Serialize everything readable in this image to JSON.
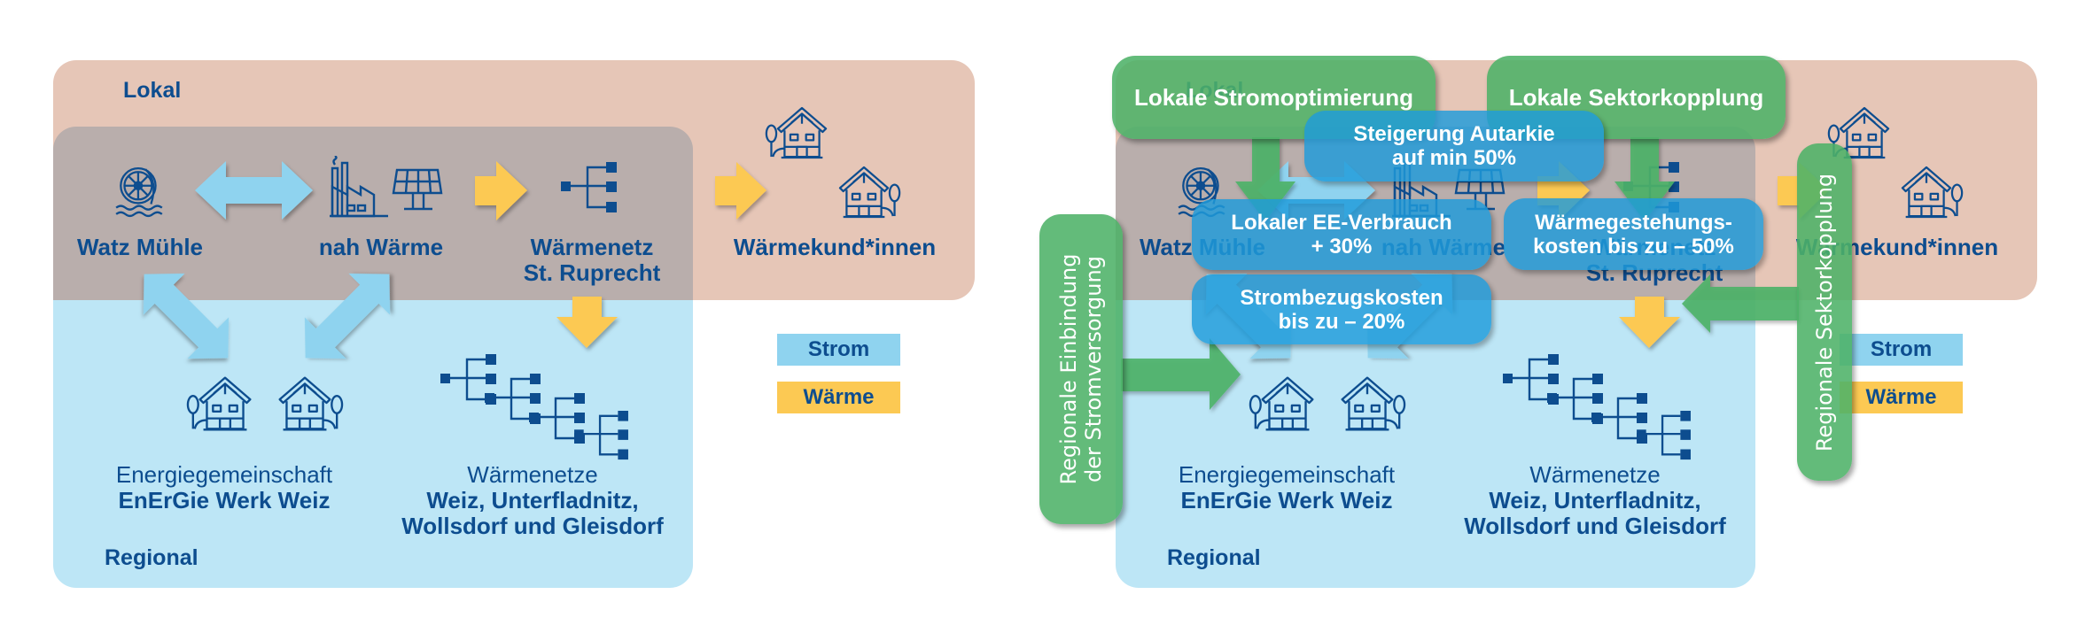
{
  "colors": {
    "lokal_zone": "#e6c6b7",
    "overlap_zone": "#b9aeac",
    "regional_zone": "#bde6f6",
    "strom": "#8fd3ef",
    "waerme": "#fcc953",
    "text_blue": "#0d4d8f",
    "callout_green": "#4db268",
    "callout_blue": "#1e9bda"
  },
  "diagram": {
    "zones": {
      "lokal": "Lokal",
      "regional": "Regional"
    },
    "nodes": {
      "watz_muehle": {
        "label": "Watz Mühle",
        "icon": "water-wheel-icon"
      },
      "nah_waerme": {
        "label": "nah Wärme",
        "icon": "factory-solar-icon"
      },
      "waermenetz_st_ruprecht": {
        "line1": "Wärmenetz",
        "line2": "St. Ruprecht",
        "icon": "network-icon"
      },
      "waermekunden": {
        "label": "Wärmekund*innen",
        "icon": "houses-icon"
      },
      "energiegemeinschaft": {
        "line1": "Energiegemeinschaft",
        "line2": "EnErGie Werk Weiz",
        "icon": "houses-icon"
      },
      "waermenetze": {
        "line1": "Wärmenetze",
        "line2": "Weiz, Unterfladnitz,",
        "line3": "Wollsdorf und Gleisdorf",
        "icon": "network-chain-icon"
      }
    },
    "legend": [
      {
        "label": "Strom",
        "color": "#8fd3ef"
      },
      {
        "label": "Wärme",
        "color": "#fcc953"
      }
    ],
    "flows": [
      {
        "from": "Watz Mühle",
        "to": "nah Wärme",
        "type": "Strom",
        "direction": "bidirectional"
      },
      {
        "from": "nah Wärme",
        "to": "Wärmenetz St. Ruprecht",
        "type": "Wärme",
        "direction": "forward"
      },
      {
        "from": "Wärmenetz St. Ruprecht",
        "to": "Wärmekund*innen",
        "type": "Wärme",
        "direction": "forward"
      },
      {
        "from": "Watz Mühle",
        "to": "Energiegemeinschaft",
        "type": "Strom",
        "direction": "bidirectional"
      },
      {
        "from": "nah Wärme",
        "to": "Energiegemeinschaft",
        "type": "Strom",
        "direction": "bidirectional"
      },
      {
        "from": "Wärmenetz St. Ruprecht",
        "to": "Wärmenetze",
        "type": "Wärme",
        "direction": "forward"
      }
    ]
  },
  "overlays": {
    "green": {
      "lokale_stromoptimierung": "Lokale Stromoptimierung",
      "lokale_sektorkopplung": "Lokale Sektorkopplung",
      "regionale_einbindung_line1": "Regionale Einbindung",
      "regionale_einbindung_line2": "der Stromversorgung",
      "regionale_sektorkopplung": "Regionale Sektorkopplung"
    },
    "blue": {
      "autarkie_line1": "Steigerung Autarkie",
      "autarkie_line2": "auf min 50%",
      "ee_line1": "Lokaler EE-Verbrauch",
      "ee_line2": "+ 30%",
      "strombezug_line1": "Strombezugskosten",
      "strombezug_line2": "bis zu – 20%",
      "waerme_line1": "Wärmegestehungs-",
      "waerme_line2": "kosten bis zu – 50%"
    }
  }
}
